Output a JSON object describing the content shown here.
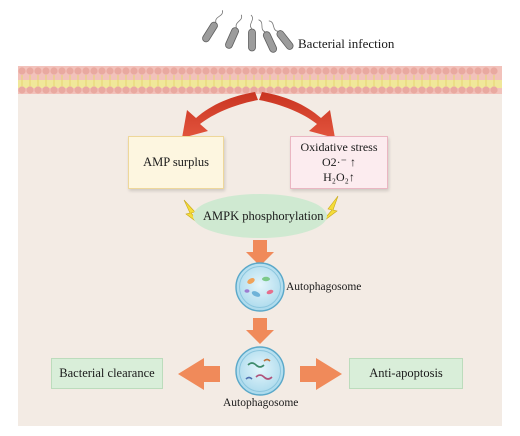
{
  "diagram": {
    "infection_label": "Bacterial infection",
    "amp_surplus_label": "AMP surplus",
    "oxidative_stress_label": "Oxidative stress",
    "superoxide_label": "O2·⁻ ↑",
    "peroxide_label": "H₂O₂↑",
    "ampk_label": "AMPK phosphorylation",
    "autophagosome_label_1": "Autophagosome",
    "autophagosome_label_2": "Autophagosome",
    "clearance_label": "Bacterial clearance",
    "anti_apoptosis_label": "Anti-apoptosis"
  },
  "colors": {
    "cell_background": "#f3ebe4",
    "membrane": "#f2c2bb",
    "membrane_tails": "#f0e79a",
    "arrow_red": "#cf3b29",
    "arrow_orange": "#f08a5a",
    "amp_box_fill": "#fdf6e0",
    "amp_box_border": "#eed79a",
    "ox_box_fill": "#fcecef",
    "ox_box_border": "#eab6c2",
    "ampk_ellipse": "#cfe9d1",
    "outcome_box_fill": "#d9eed9",
    "vesicle_fill": "#c7e8f3"
  },
  "icons": [
    "bacterium-icon",
    "lightning-icon",
    "vesicle-icon"
  ]
}
